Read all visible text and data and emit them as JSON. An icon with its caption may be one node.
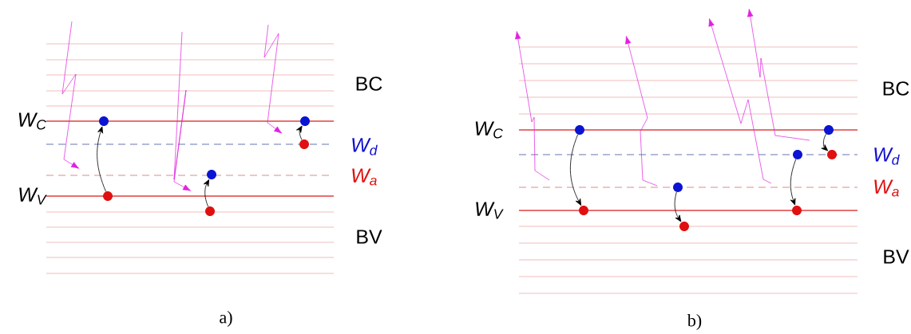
{
  "diagram": {
    "nodes": [
      {
        "text": [],
        "shape": "circle"
      },
      {
        "text": [],
        "shape": "circle"
      },
      {
        "text": [],
        "shape": "circle"
      },
      {
        "text": [],
        "shape": "circle"
      },
      {
        "text": [],
        "shape": "circle"
      },
      {
        "text": [],
        "shape": "circle"
      },
      {
        "text": [],
        "shape": "circle"
      },
      {
        "text": [],
        "shape": "circle"
      },
      {
        "text": [],
        "shape": "circle"
      },
      {
        "text": [],
        "shape": "circle"
      },
      {
        "text": [],
        "shape": "circle"
      },
      {
        "text": [],
        "shape": "circle"
      },
      {
        "text": [],
        "shape": "circle"
      },
      {
        "text": [],
        "shape": "circle"
      }
    ],
    "edges": [
      {
        "from": 1,
        "to": 0,
        "arrow": "to"
      },
      {
        "from": 3,
        "to": 2,
        "arrow": "to"
      },
      {
        "from": 5,
        "to": 4,
        "arrow": "to"
      },
      {
        "from": 6,
        "to": 7,
        "arrow": "to"
      },
      {
        "from": 8,
        "to": 9,
        "arrow": "to"
      },
      {
        "from": 10,
        "to": 11,
        "arrow": "to"
      },
      {
        "from": 12,
        "to": 13,
        "arrow": "to"
      }
    ],
    "labels": [
      "BC",
      "W$_{C}$",
      "W$_{d}$",
      "W$_{a}$",
      "W$_{V}$",
      "BV",
      "a)",
      "BC",
      "W$_{C}$",
      "W$_{d}$",
      "W$_{a}$",
      "W$_{V}$",
      "BV",
      "b)"
    ]
  }
}
